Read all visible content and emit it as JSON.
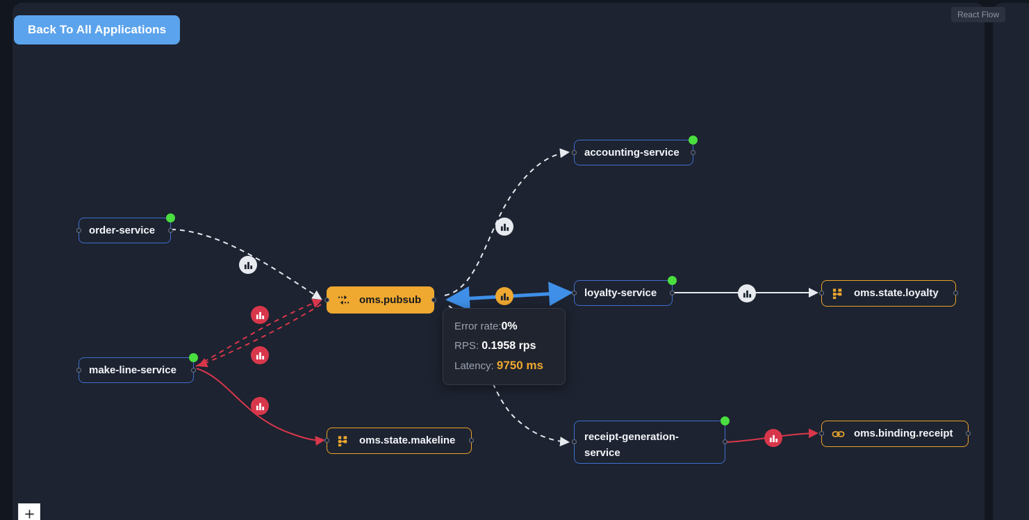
{
  "header": {
    "back_button_label": "Back To All Applications",
    "attribution": "React Flow"
  },
  "canvas": {
    "background_color": "#1d2330",
    "page_background_color": "#12161f"
  },
  "colors": {
    "service_border": "#3f6fd0",
    "dapr_component_border": "#eda32a",
    "pubsub_fill": "#efa830",
    "status_healthy": "#4ade3f",
    "edge_error": "#d8374b",
    "edge_default": "#e7eaef",
    "edge_selected": "#3f8fe8",
    "accent_button": "#5ba3ec",
    "latency_warn": "#efa830"
  },
  "nodes": [
    {
      "id": "order-service",
      "label": "order-service",
      "type": "service",
      "status": "healthy",
      "icon": ""
    },
    {
      "id": "make-line-service",
      "label": "make-line-service",
      "type": "service",
      "status": "healthy",
      "icon": ""
    },
    {
      "id": "accounting-service",
      "label": "accounting-service",
      "type": "service",
      "status": "healthy",
      "icon": ""
    },
    {
      "id": "loyalty-service",
      "label": "loyalty-service",
      "type": "service",
      "status": "healthy",
      "icon": ""
    },
    {
      "id": "receipt-generation-service",
      "label": "receipt-generation-\nservice",
      "type": "service",
      "status": "healthy",
      "icon": ""
    },
    {
      "id": "oms.pubsub",
      "label": "oms.pubsub",
      "type": "pubsub",
      "status": "none",
      "icon": "pubsub-icon"
    },
    {
      "id": "oms.state.loyalty",
      "label": "oms.state.loyalty",
      "type": "statestore",
      "status": "none",
      "icon": "state-store-icon"
    },
    {
      "id": "oms.state.makeline",
      "label": "oms.state.makeline",
      "type": "statestore",
      "status": "none",
      "icon": "state-store-icon"
    },
    {
      "id": "oms.binding.receipt",
      "label": "oms.binding.receipt",
      "type": "binding",
      "status": "none",
      "icon": "link-icon"
    }
  ],
  "edge_badges": [
    {
      "id": "badge-order-to-pubsub",
      "state": "ok",
      "icon": "bar-chart-icon"
    },
    {
      "id": "badge-pubsub-to-accounting",
      "state": "ok",
      "icon": "bar-chart-icon"
    },
    {
      "id": "badge-pubsub-to-loyalty",
      "state": "warn",
      "icon": "bar-chart-icon"
    },
    {
      "id": "badge-loyalty-to-state-loyalty",
      "state": "ok",
      "icon": "bar-chart-icon"
    },
    {
      "id": "badge-pubsub-to-makeline-a",
      "state": "err",
      "icon": "bar-chart-icon"
    },
    {
      "id": "badge-pubsub-to-makeline-b",
      "state": "err",
      "icon": "bar-chart-icon"
    },
    {
      "id": "badge-makeline-to-state-makeline",
      "state": "err",
      "icon": "bar-chart-icon"
    },
    {
      "id": "badge-receipt-to-binding",
      "state": "err",
      "icon": "bar-chart-icon"
    }
  ],
  "tooltip": {
    "error_rate_label": "Error rate:",
    "error_rate_value": "0%",
    "rps_label": "RPS:",
    "rps_value": "0.1958 rps",
    "latency_label": "Latency:",
    "latency_value": "9750 ms"
  },
  "controls": {
    "zoom_in_label": "+"
  }
}
